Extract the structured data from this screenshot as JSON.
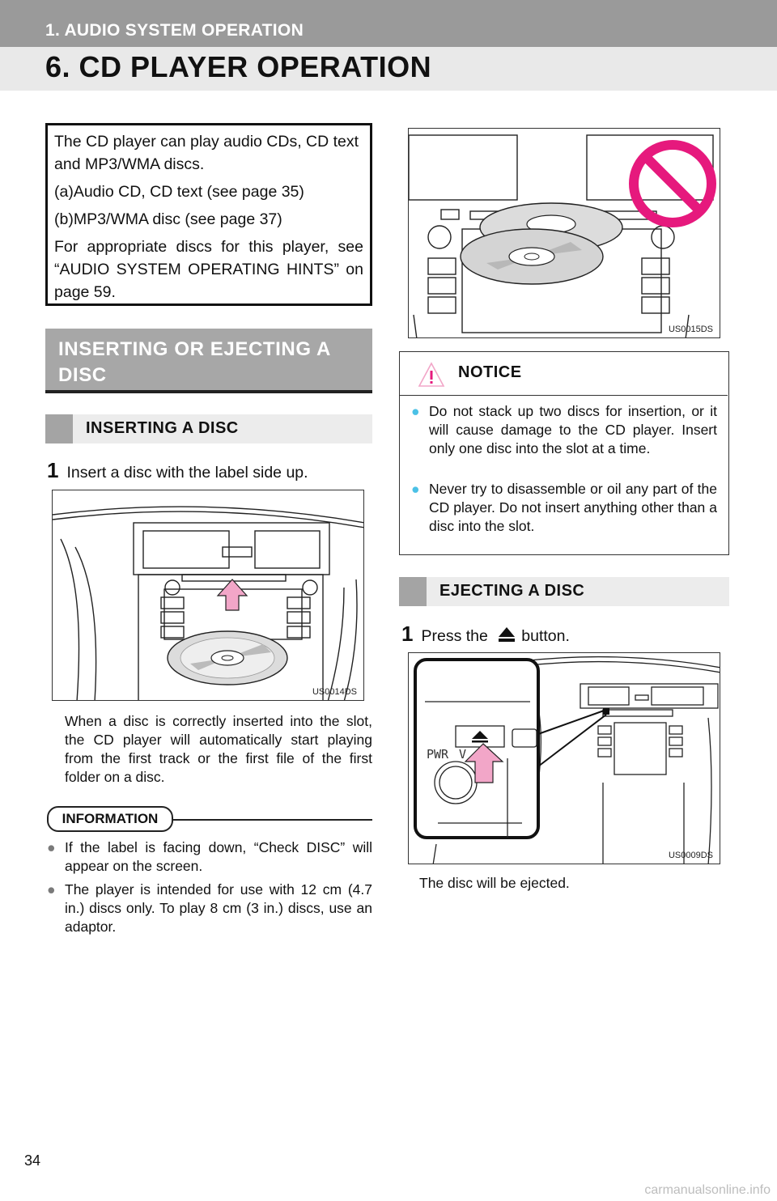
{
  "header": {
    "chapter": "1. AUDIO SYSTEM OPERATION",
    "title": "6. CD PLAYER OPERATION"
  },
  "intro": {
    "p1": "The CD player can play audio CDs, CD text and MP3/WMA discs.",
    "p2": "(a)Audio CD, CD text (see page 35)",
    "p3": "(b)MP3/WMA disc (see page 37)",
    "p4": "For appropriate discs for this player, see “AUDIO SYSTEM OPERATING HINTS” on page 59."
  },
  "section": {
    "title_line1": "INSERTING OR EJECTING A",
    "title_line2": "DISC"
  },
  "inserting": {
    "heading": "INSERTING A DISC",
    "step_num": "1",
    "step_text": "Insert a disc with the label side up.",
    "figure_code": "US0014DS",
    "bullet_mark": "",
    "bullet_text": "When a disc is correctly inserted into the slot, the CD player will automatically start playing from the first track or the first file of the first folder on a disc."
  },
  "information": {
    "label": "INFORMATION",
    "items": [
      "If the label is facing down, “Check DISC” will appear on the screen.",
      "The player is intended for use with 12 cm (4.7 in.) discs only. To play 8 cm (3 in.) discs, use an adaptor."
    ]
  },
  "stack_figure": {
    "code": "US0015DS"
  },
  "notice": {
    "title": "NOTICE",
    "items": [
      "Do not stack up two discs for insertion, or it will cause damage to the CD player. Insert only one disc into the slot at a time.",
      "Never try to disassemble or oil any part of the CD player. Do not insert anything other than a disc into the slot."
    ]
  },
  "ejecting": {
    "heading": "EJECTING A DISC",
    "step_num": "1",
    "step_pre": "Press the",
    "step_post": "button.",
    "figure_code": "US0009DS",
    "figure_pwr": "PWR",
    "figure_vol": "V",
    "bullet_mark": "",
    "bullet_text": "The disc will be ejected."
  },
  "footer": {
    "page_number": "34",
    "watermark": "carmanualsonline.info"
  },
  "colors": {
    "pink_arrow": "#f2a6c8",
    "prohibit": "#e6197d",
    "notice_dot": "#4bc1e6",
    "info_dot": "#7a7a7a"
  }
}
